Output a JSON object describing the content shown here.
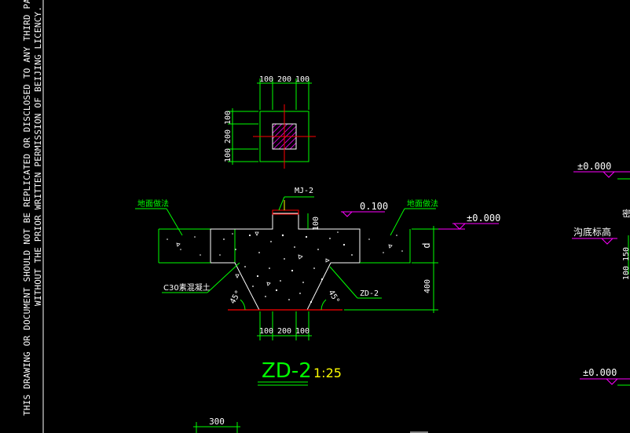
{
  "notice": {
    "line1": "THIS DRAWING OR DOCUMENT SHOULD NOT BE REPLICATED OR DISCLOSED TO ANY THIRD PA",
    "line2": "WITHOUT THE PRIOR WRITTEN PERMISSION OF BEIJING LICENCY."
  },
  "plan": {
    "dim_top": [
      "100",
      "200",
      "100"
    ],
    "dim_left": [
      "100",
      "200",
      "100"
    ]
  },
  "section": {
    "tag_mj": "MJ-2",
    "label_left": "地面做法",
    "label_right": "地面做法",
    "elev_010": "0.100",
    "elev_000": "±0.000",
    "dim_100": "100",
    "dim_d": "d",
    "dim_400": "400",
    "concrete": "C30素混凝土",
    "zd_tag": "ZD-2",
    "angle_left": "45°",
    "angle_right": "45°",
    "dim_bottom": [
      "100",
      "200",
      "100"
    ]
  },
  "title": {
    "name": "ZD-2",
    "scale": "1:25"
  },
  "bottom": {
    "dim_300": "300"
  },
  "right_panel": {
    "elev_top": "±0.000",
    "label_pit": "沟底标高",
    "dim_v": "100 150",
    "elev_bottom": "±0.000",
    "char": "密"
  },
  "colors": {
    "background": "#000000",
    "green": "#00ff00",
    "magenta": "#ff00ff",
    "red": "#ff0000",
    "yellow": "#ffff00",
    "white": "#ffffff",
    "cyan": "#00ffff"
  }
}
